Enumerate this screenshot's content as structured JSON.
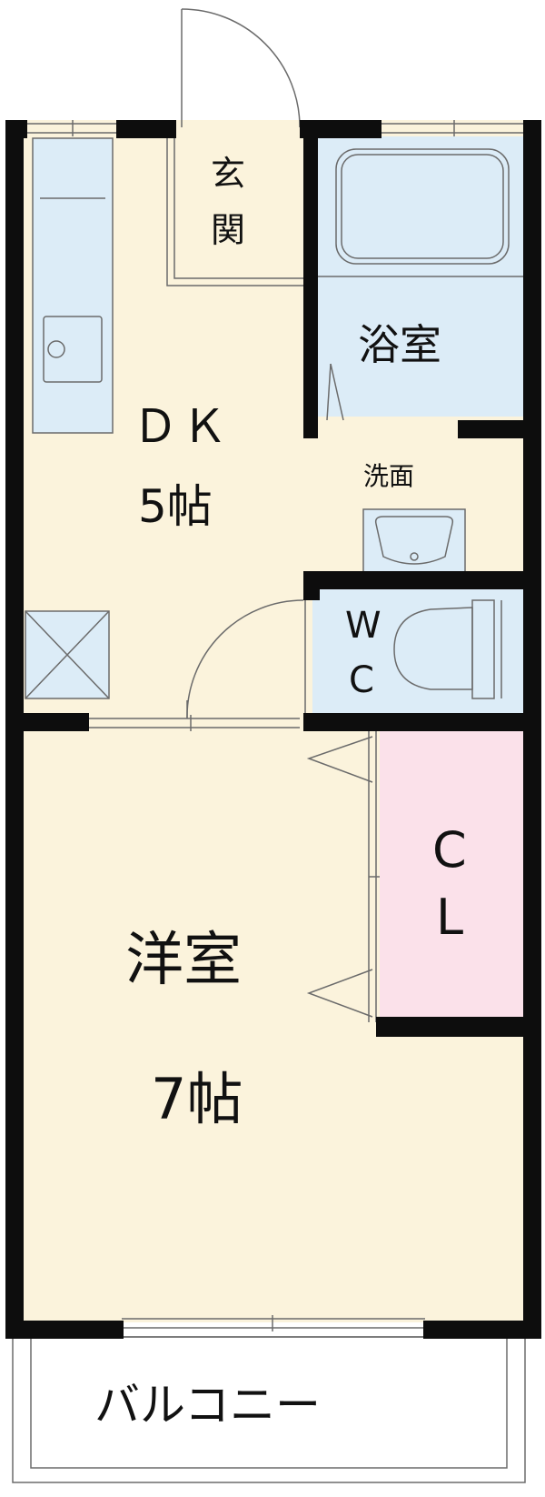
{
  "rooms": {
    "genkan": {
      "line1": "玄",
      "line2": "関"
    },
    "bath": {
      "label": "浴室"
    },
    "dk": {
      "name": "ＤＫ",
      "size": "5帖"
    },
    "senmen": {
      "label": "洗面"
    },
    "wc": {
      "line1": "W",
      "line2": "C"
    },
    "closet": {
      "line1": "C",
      "line2": "L"
    },
    "western": {
      "name": "洋室",
      "size": "7帖"
    },
    "balcony": {
      "label": "バルコニー"
    }
  },
  "colors": {
    "wall": "#0d0d0d",
    "floor": "#fbf3dc",
    "wet": "#dcecf7",
    "closet": "#fbe1ea",
    "line": "#6b6b6b"
  }
}
